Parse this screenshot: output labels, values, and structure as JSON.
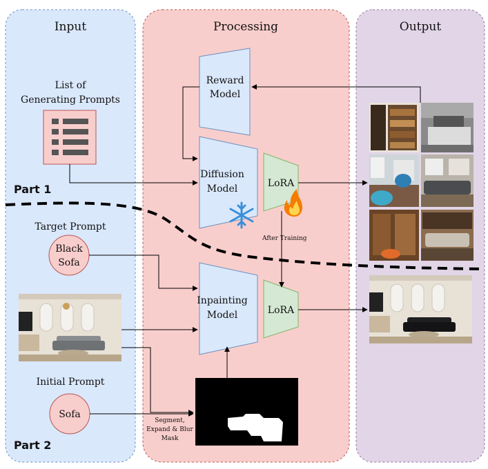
{
  "panels": {
    "input": "Input",
    "processing": "Processing",
    "output": "Output"
  },
  "input": {
    "list_title_line1": "List of",
    "list_title_line2": "Generating Prompts",
    "target_prompt_label": "Target Prompt",
    "target_prompt_line1": "Black",
    "target_prompt_line2": "Sofa",
    "initial_prompt_label": "Initial Prompt",
    "initial_prompt": "Sofa"
  },
  "processing": {
    "reward_line1": "Reward",
    "reward_line2": "Model",
    "diffusion_line1": "Diffusion",
    "diffusion_line2": "Model",
    "inpainting_line1": "Inpainting",
    "inpainting_line2": "Model",
    "lora_top": "LoRA",
    "lora_bottom": "LoRA",
    "after_training": "After Training",
    "mask_line1": "Segment,",
    "mask_line2": "Expand & Blur",
    "mask_line3": "Mask"
  },
  "parts": {
    "part1": "Part 1",
    "part2": "Part 2"
  },
  "colors": {
    "input_bg": "#dae8fc",
    "processing_bg": "#f8cecc",
    "output_bg": "#e1d5e7",
    "model_fill": "#dae8fc",
    "lora_fill": "#d5e8d4"
  }
}
